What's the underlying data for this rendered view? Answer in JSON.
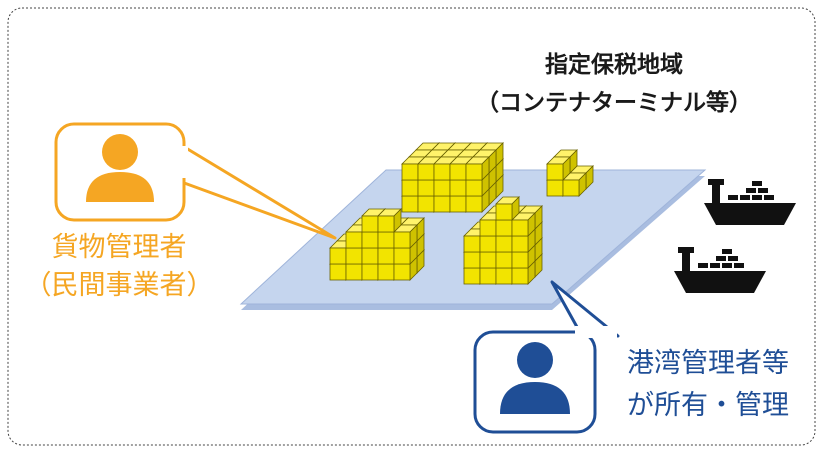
{
  "title": {
    "line1": "指定保税地域",
    "line2": "（コンテナターミナル等）"
  },
  "cargo_manager": {
    "line1": "貨物管理者",
    "line2": "（民間事業者）",
    "color": "#F5A623"
  },
  "port_manager": {
    "line1": "港湾管理者等",
    "line2": "が所有・管理",
    "color": "#1F4E96"
  },
  "icons": {
    "cargo_manager_avatar": "person-icon",
    "port_manager_avatar": "person-icon",
    "ships": "container-ship-icon",
    "containers": "container-stack-icon"
  },
  "colors": {
    "platform": "#C5D5EE",
    "platform_edge": "#A9BDE0",
    "container": "#F2E400",
    "container_outline": "#6A6200"
  }
}
